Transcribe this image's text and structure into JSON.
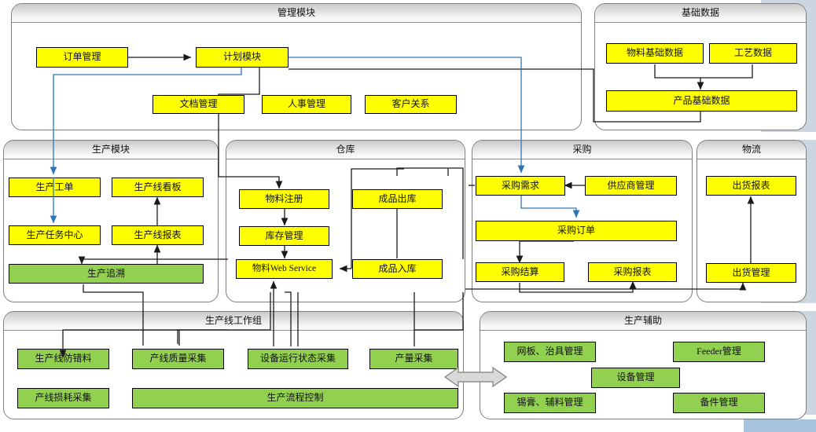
{
  "diagram": {
    "title_note": "MES system architecture module diagram",
    "colors": {
      "node_yellow": "#ffff00",
      "node_green": "#92d050",
      "flow_black": "#1a1a1a",
      "flow_blue": "#2e75b6",
      "band": "#ccd6e0"
    }
  },
  "groups": {
    "management": {
      "label": "管理模块"
    },
    "basic_data": {
      "label": "基础数据"
    },
    "production": {
      "label": "生产模块"
    },
    "warehouse": {
      "label": "仓库"
    },
    "procurement": {
      "label": "采购"
    },
    "logistics": {
      "label": "物流"
    },
    "line_group": {
      "label": "生产线工作组"
    },
    "prod_aux": {
      "label": "生产辅助"
    }
  },
  "nodes": {
    "management": [
      {
        "id": "order_mgmt",
        "label": "订单管理"
      },
      {
        "id": "plan_module",
        "label": "计划模块"
      },
      {
        "id": "doc_mgmt",
        "label": "文档管理"
      },
      {
        "id": "hr_mgmt",
        "label": "人事管理"
      },
      {
        "id": "crm",
        "label": "客户关系"
      }
    ],
    "basic_data": [
      {
        "id": "material_base",
        "label": "物料基础数据"
      },
      {
        "id": "process_data",
        "label": "工艺数据"
      },
      {
        "id": "product_base",
        "label": "产品基础数据"
      }
    ],
    "production": [
      {
        "id": "work_order",
        "label": "生产工单"
      },
      {
        "id": "line_board",
        "label": "生产线看板"
      },
      {
        "id": "task_center",
        "label": "生产任务中心"
      },
      {
        "id": "line_report",
        "label": "生产线报表"
      },
      {
        "id": "trace",
        "label": "生产追溯"
      }
    ],
    "warehouse": [
      {
        "id": "mat_register",
        "label": "物料注册"
      },
      {
        "id": "fg_outbound",
        "label": "成品出库"
      },
      {
        "id": "inventory",
        "label": "库存管理"
      },
      {
        "id": "mat_webservice",
        "label": "物料Web Service"
      },
      {
        "id": "fg_inbound",
        "label": "成品入库"
      }
    ],
    "procurement": [
      {
        "id": "po_demand",
        "label": "采购需求"
      },
      {
        "id": "supplier_mgmt",
        "label": "供应商管理"
      },
      {
        "id": "po_order",
        "label": "采购订单"
      },
      {
        "id": "po_settle",
        "label": "采购结算"
      },
      {
        "id": "po_report",
        "label": "采购报表"
      }
    ],
    "logistics": [
      {
        "id": "ship_report",
        "label": "出货报表"
      },
      {
        "id": "ship_mgmt",
        "label": "出货管理"
      }
    ],
    "line_group": [
      {
        "id": "mistake_proof",
        "label": "生产线防错料"
      },
      {
        "id": "quality_collect",
        "label": "产线质量采集"
      },
      {
        "id": "equip_status",
        "label": "设备运行状态采集"
      },
      {
        "id": "output_collect",
        "label": "产量采集"
      },
      {
        "id": "loss_collect",
        "label": "产线损耗采集"
      },
      {
        "id": "process_ctrl",
        "label": "生产流程控制"
      }
    ],
    "prod_aux": [
      {
        "id": "stencil_jig",
        "label": "网板、治具管理"
      },
      {
        "id": "feeder_mgmt",
        "label": "Feeder管理"
      },
      {
        "id": "equip_mgmt",
        "label": "设备管理"
      },
      {
        "id": "solder_aux",
        "label": "锡膏、辅料管理"
      },
      {
        "id": "spare_parts",
        "label": "备件管理"
      }
    ]
  }
}
